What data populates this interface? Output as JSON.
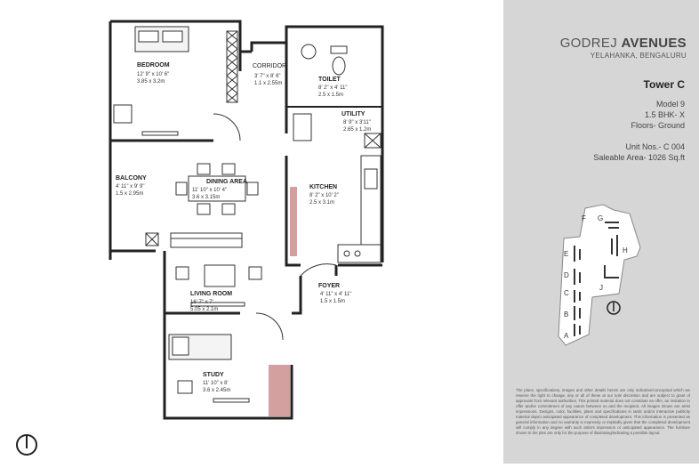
{
  "header": {
    "brand_light": "GODREJ",
    "brand_bold": "AVENUES",
    "location": "YELAHANKA, BENGALURU",
    "tower": "Tower C",
    "model": "Model 9",
    "bhk": "1.5 BHK- X",
    "floors": "Floors- Ground",
    "unit": "Unit Nos.- C 004",
    "area": "Saleable Area- 1026 Sq.ft"
  },
  "rooms": {
    "bedroom": {
      "name": "BEDROOM",
      "dim_ft": "12' 9\" x 10' 6\"",
      "dim_m": "3.85 x 3.2m"
    },
    "corridor": {
      "name": "CORRIDOR",
      "dim_ft": "3' 7\" x 8' 6\"",
      "dim_m": "1.1 x 2.55m"
    },
    "toilet": {
      "name": "TOILET",
      "dim_ft": "8' 2\" x 4' 11\"",
      "dim_m": "2.5 x 1.5m"
    },
    "utility": {
      "name": "UTILITY",
      "dim_ft": "8' 9\" x 3'11\"",
      "dim_m": "2.65 x 1.2m"
    },
    "balcony": {
      "name": "BALCONY",
      "dim_ft": "4' 11\" x 9' 9\"",
      "dim_m": "1.5 x 2.95m"
    },
    "dining": {
      "name": "DINING AREA",
      "dim_ft": "11' 10\" x 10' 4\"",
      "dim_m": "3.6 x 3.15m"
    },
    "kitchen": {
      "name": "KITCHEN",
      "dim_ft": "8' 2\" x 10' 2\"",
      "dim_m": "2.5 x 3.1m"
    },
    "foyer": {
      "name": "FOYER",
      "dim_ft": "4' 11\" x 4' 11\"",
      "dim_m": "1.5 x 1.5m"
    },
    "living": {
      "name": "LIVING ROOM",
      "dim_ft": "16' 7\" x 7'",
      "dim_m": "5.05 x 2.1m"
    },
    "study": {
      "name": "STUDY",
      "dim_ft": "11' 10\" x 8'",
      "dim_m": "3.6 x 2.45m"
    }
  },
  "keyplan": {
    "blocks": [
      "A",
      "B",
      "C",
      "D",
      "E",
      "F",
      "G",
      "H",
      "J"
    ]
  },
  "disclaimer": "The plans, specifications, images and other details herein are only indicative/conceptual which we reserve the right to change, any or all of these at our sole discretion and are subject to grant of approvals from relevant authorities. This printed material does not constitute an offer, an invitation to offer and/or commitment of any nature between us and the recipient. All images shown are artist impressions. Designs, color, facilities, plans and specifications in static and/or interactive publicity material depict anticipated appearance of completed development. This information is presented as general information and no warranty is expressly or impliedly given that the completed development will comply in any degree with such artist's impression or anticipated appearance. The furniture shown in the plan are only for the purpose of illustrating/indicating a possible layout.",
  "colors": {
    "panel": "#d6d6d6",
    "wall": "#222222",
    "stair": "#b05050"
  }
}
